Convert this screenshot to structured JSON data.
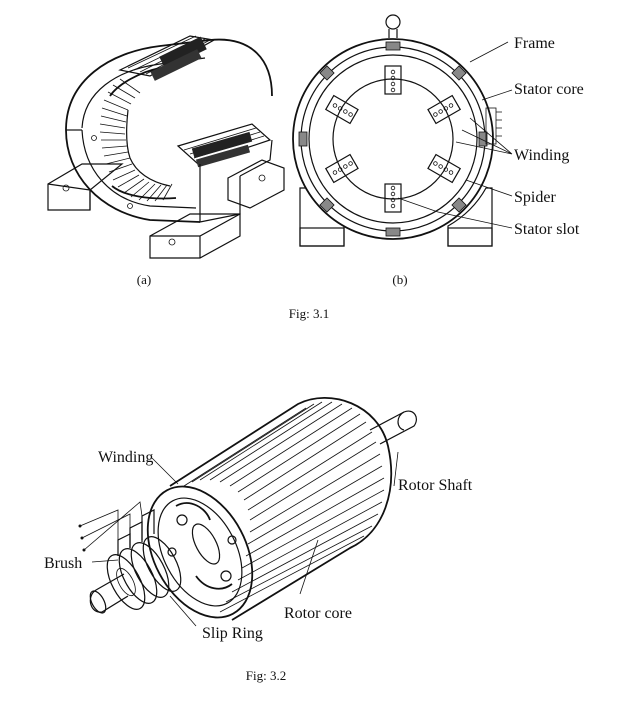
{
  "fig31": {
    "sub_a": "(a)",
    "sub_b": "(b)",
    "labels": {
      "frame": "Frame",
      "stator_core": "Stator core",
      "winding": "Winding",
      "spider": "Spider",
      "stator_slot": "Stator slot"
    },
    "caption": "Fig: 3.1"
  },
  "fig32": {
    "labels": {
      "winding": "Winding",
      "rotor_shaft": "Rotor Shaft",
      "brush": "Brush",
      "rotor_core": "Rotor core",
      "slip_ring": "Slip Ring"
    },
    "caption": "Fig: 3.2"
  }
}
